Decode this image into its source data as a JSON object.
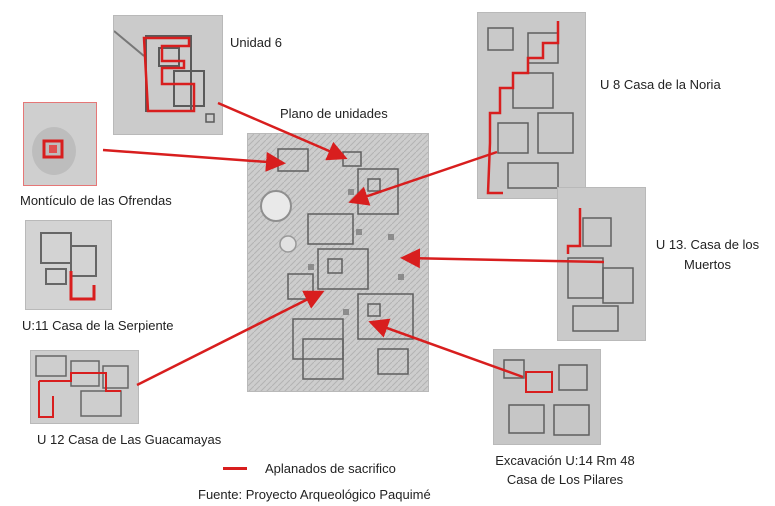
{
  "title": "Plano de unidades",
  "labels": {
    "unidad6": "Unidad 6",
    "monticulo": "Montículo de las Ofrendas",
    "serpiente": "U:11 Casa de la Serpiente",
    "guacamayas": "U 12 Casa de Las Guacamayas",
    "noria": "U 8 Casa de la Noria",
    "muertos_1": "U 13. Casa de los",
    "muertos_2": "Muertos",
    "pilares_1": "Excavación U:14 Rm 48",
    "pilares_2": "Casa de Los Pilares"
  },
  "legend": {
    "item": "Aplanados de sacrifico",
    "color": "#d81e1e"
  },
  "source": "Fuente: Proyecto Arqueológico Paquimé",
  "colors": {
    "accent": "#d81e1e",
    "relief_light": "#e6e6e6",
    "relief_dark": "#8a8a8a"
  }
}
